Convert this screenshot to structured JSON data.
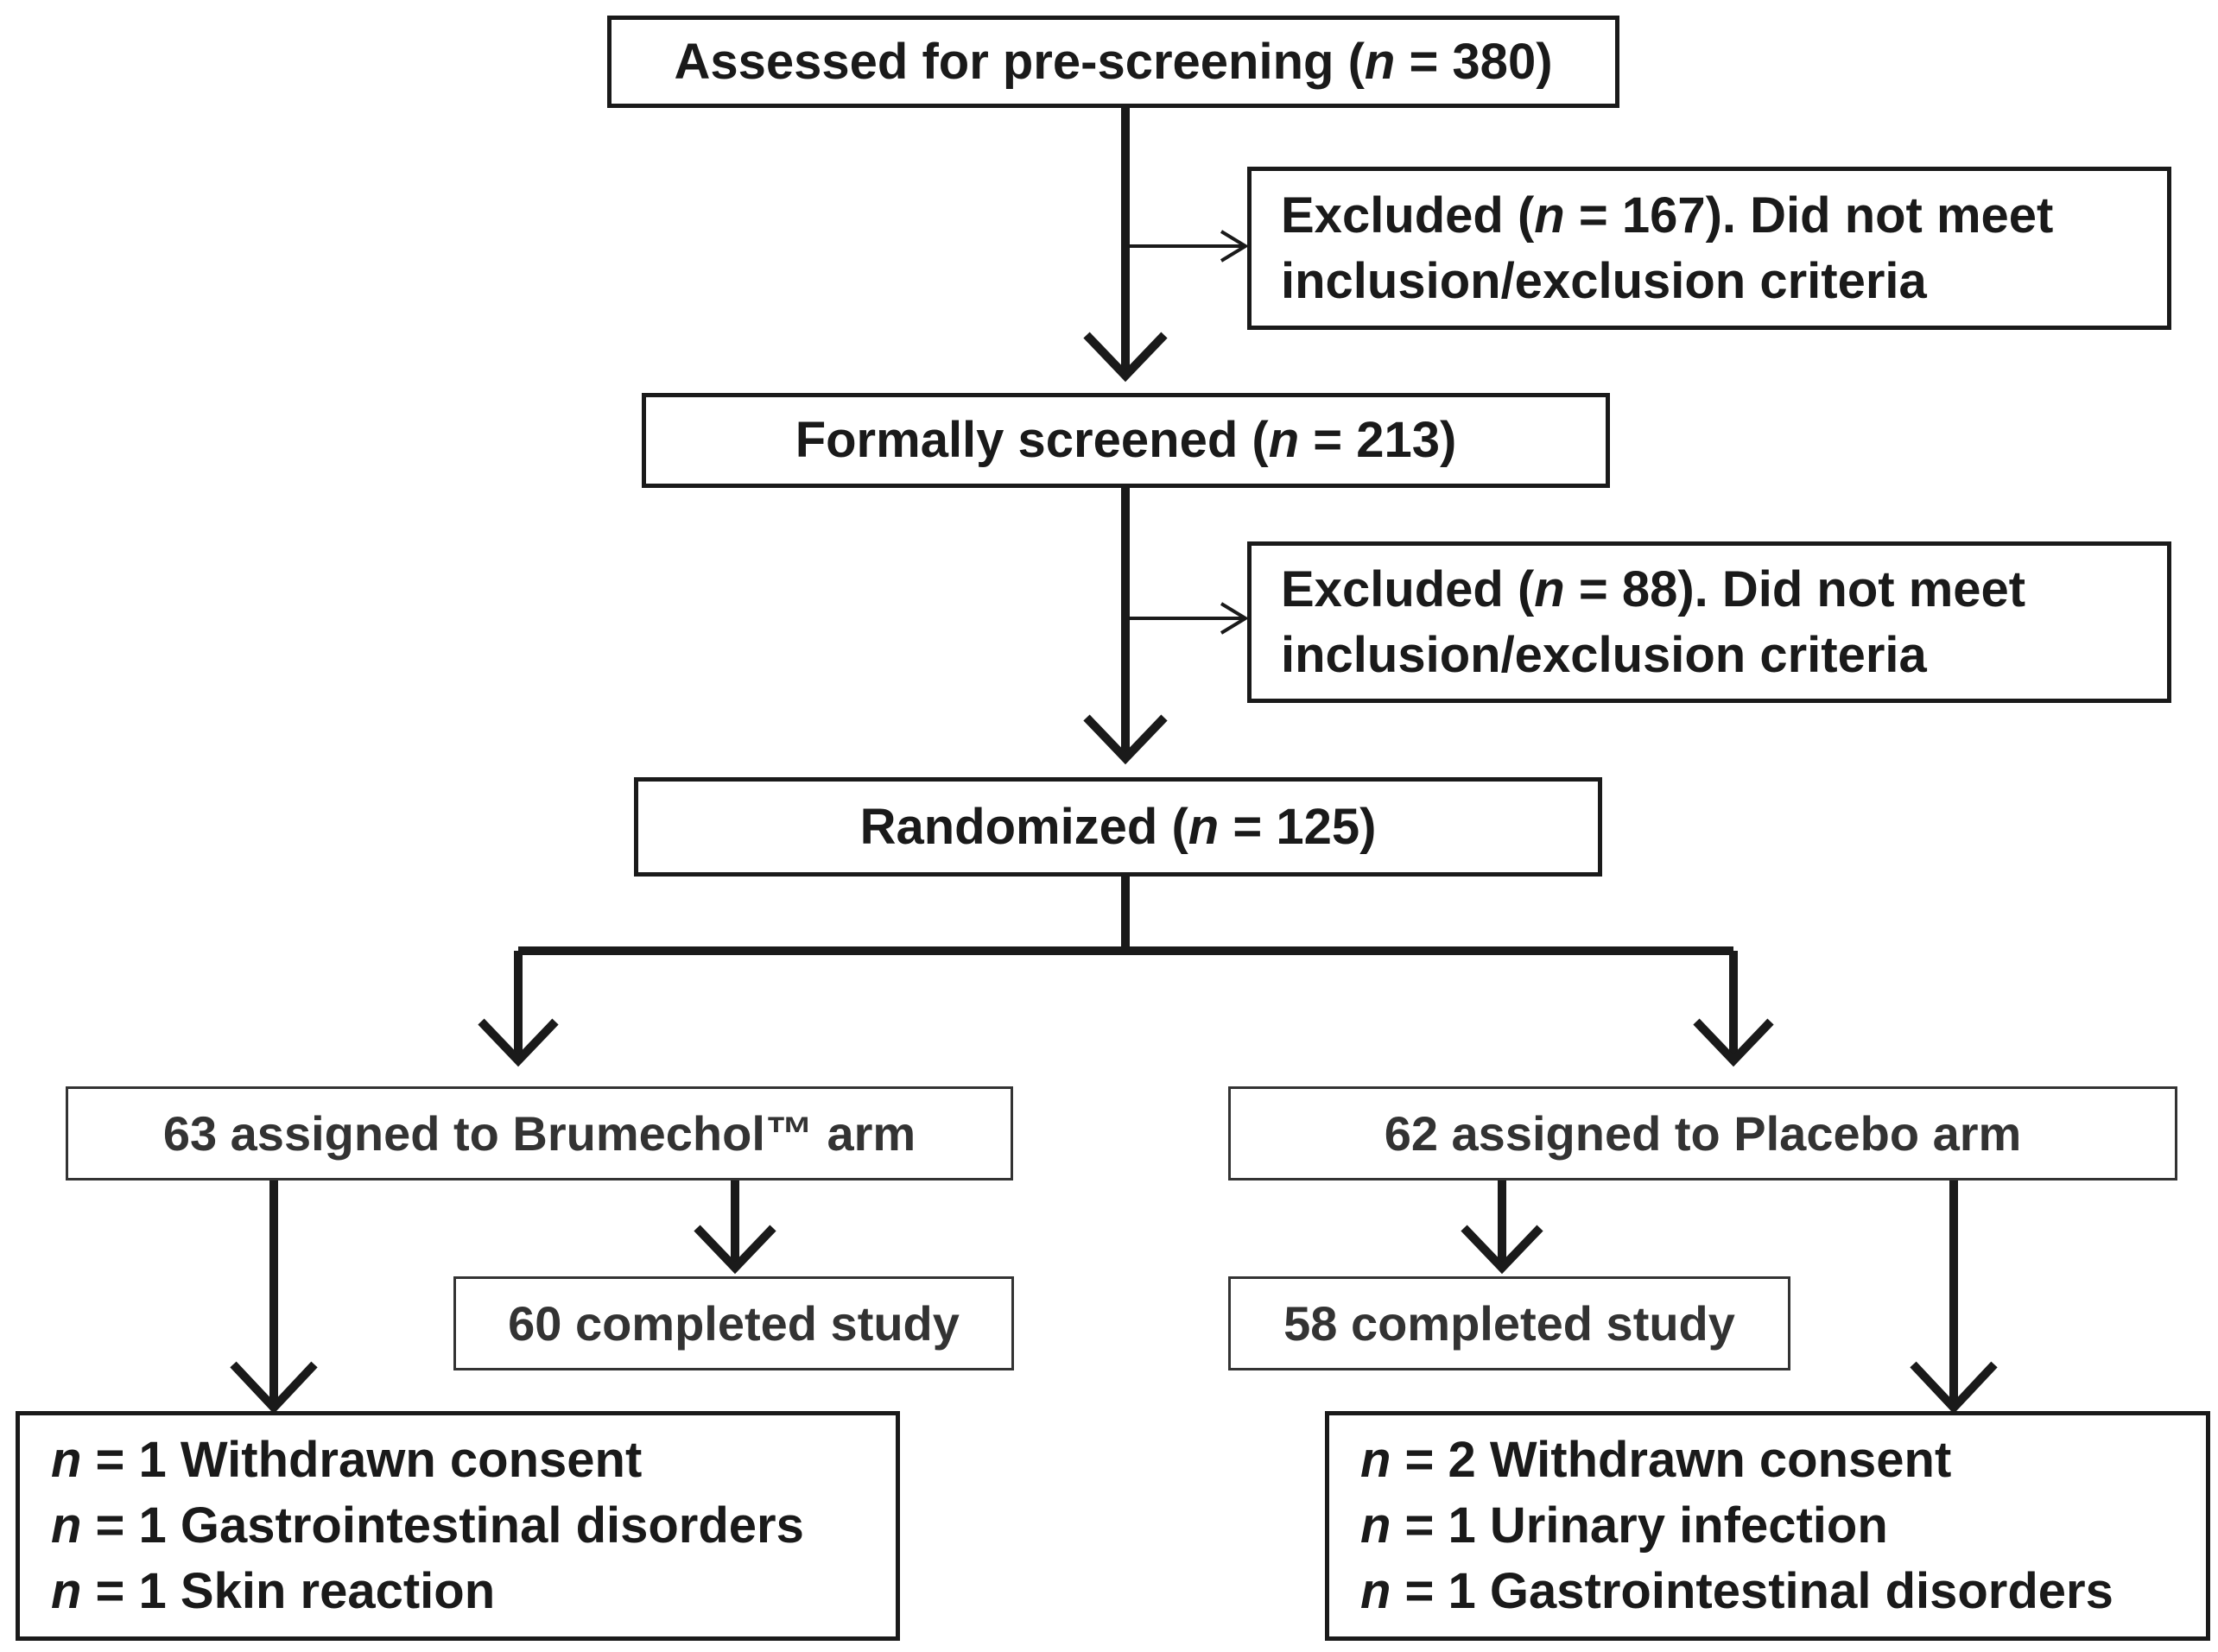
{
  "flow": {
    "n_symbol": "n",
    "assessed": {
      "prefix": "Assessed for pre-screening (",
      "eq": " = 380)"
    },
    "excluded_1": {
      "prefix": "Excluded (",
      "eq": " = 167). Did not meet",
      "line2": "inclusion/exclusion criteria"
    },
    "screened": {
      "prefix": "Formally screened (",
      "eq": " = 213)"
    },
    "excluded_2": {
      "prefix": "Excluded (",
      "eq": " = 88). Did not meet",
      "line2": "inclusion/exclusion criteria"
    },
    "randomized": {
      "prefix": "Randomized (",
      "eq": " = 125)"
    },
    "brumechol_arm": {
      "label": "63 assigned to Brumechol™ arm",
      "completed": "60 completed study"
    },
    "placebo_arm": {
      "label": "62 assigned to Placebo arm",
      "completed": "58 completed study"
    },
    "brumechol_withdrawals": [
      {
        "eq": " = 1 Withdrawn consent"
      },
      {
        "eq": " = 1 Gastrointestinal disorders"
      },
      {
        "eq": " = 1 Skin reaction"
      }
    ],
    "placebo_withdrawals": [
      {
        "eq": " = 2 Withdrawn consent"
      },
      {
        "eq": " = 1 Urinary infection"
      },
      {
        "eq": " = 1 Gastrointestinal disorders"
      }
    ]
  }
}
